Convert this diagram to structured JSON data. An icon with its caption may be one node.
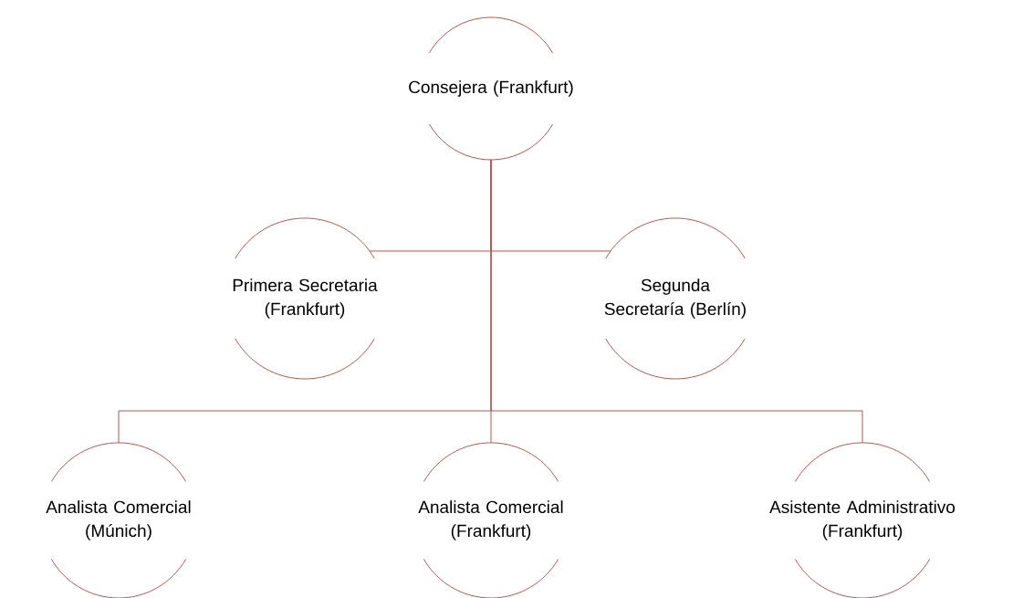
{
  "diagram": {
    "nodes": [
      {
        "text": [
          "Consejera (Frankfurt)"
        ]
      },
      {
        "text": [
          "Primera Secretaria (Frankfurt)"
        ]
      },
      {
        "text": [
          "Segunda Secretaría (Berlín)"
        ]
      },
      {
        "text": [
          "Analista Comercial (Múnich)"
        ]
      },
      {
        "text": [
          "Analista Comercial (Frankfurt)"
        ]
      },
      {
        "text": [
          "Asistente Administrativo (Frankfurt)"
        ]
      }
    ],
    "edges": [
      {
        "from": 0,
        "to": 1,
        "arrow": "none"
      },
      {
        "from": 0,
        "to": 2,
        "arrow": "none"
      },
      {
        "from": 0,
        "to": 3,
        "arrow": "none"
      },
      {
        "from": 0,
        "to": 4,
        "arrow": "none"
      },
      {
        "from": 0,
        "to": 5,
        "arrow": "none"
      }
    ]
  }
}
